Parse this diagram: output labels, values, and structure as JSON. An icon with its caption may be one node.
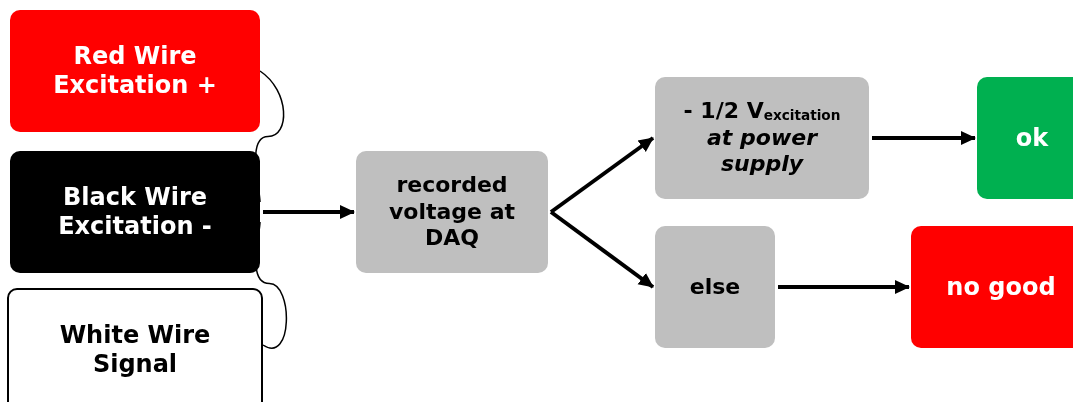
{
  "diagram": {
    "nodes": [
      {
        "text": [
          "Red Wire Excitation +"
        ]
      },
      {
        "text": [
          "Black Wire Excitation -"
        ]
      },
      {
        "text": [
          "White Wire Signal"
        ]
      },
      {
        "text": [
          "recorded voltage at DAQ"
        ]
      },
      {
        "text": [
          "- 1/2 V$_{excitation}$",
          "at power supply"
        ]
      },
      {
        "text": [
          "ok"
        ]
      },
      {
        "text": [
          "else"
        ]
      },
      {
        "text": [
          "no good"
        ]
      }
    ],
    "edges": [
      {
        "from": 0,
        "to": 1,
        "arrow": "none"
      },
      {
        "from": 2,
        "to": 1,
        "arrow": "none"
      },
      {
        "from": 1,
        "to": 3,
        "arrow": "to"
      },
      {
        "from": 3,
        "to": 4,
        "arrow": "to"
      },
      {
        "from": 3,
        "to": 6,
        "arrow": "to"
      },
      {
        "from": 4,
        "to": 5,
        "arrow": "to"
      },
      {
        "from": 6,
        "to": 7,
        "arrow": "to"
      }
    ]
  }
}
